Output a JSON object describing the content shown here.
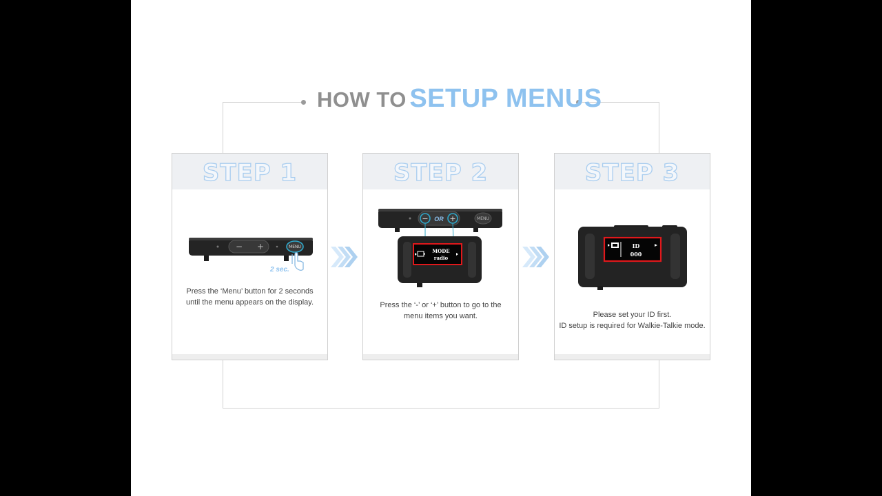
{
  "title": {
    "prefix": "HOW TO",
    "main": "SETUP MENUS"
  },
  "colors": {
    "accent": "#8ec2ef",
    "title_gray": "#8f8f8f",
    "highlight_red": "#e0181b",
    "device": "#2a2a2a",
    "button_ring": "#2ea7c9"
  },
  "steps": [
    {
      "label": "STEP 1",
      "description": [
        "Press the ‘Menu’ button for 2 seconds",
        "until the menu appears on the display."
      ],
      "device": {
        "minus": "−",
        "plus": "+",
        "menu": "MENU",
        "hold_hint": "2 sec."
      }
    },
    {
      "label": "STEP 2",
      "description": [
        "Press the ‘-’ or ‘+’ button to go to the",
        "menu items you want."
      ],
      "device": {
        "minus": "−",
        "or": "OR",
        "plus": "+",
        "menu": "MENU",
        "screen_line1": "MODE",
        "screen_line2": "radio"
      }
    },
    {
      "label": "STEP 3",
      "description": [
        "Please set your ID first.",
        "ID setup is required for Walkie-Talkie mode."
      ],
      "device": {
        "screen_line1": "ID",
        "screen_line2": "000"
      }
    }
  ],
  "icons": [
    "chevron-right-icon",
    "hand-pointer-icon",
    "battery-icon",
    "arrow-left-icon",
    "arrow-right-icon"
  ]
}
